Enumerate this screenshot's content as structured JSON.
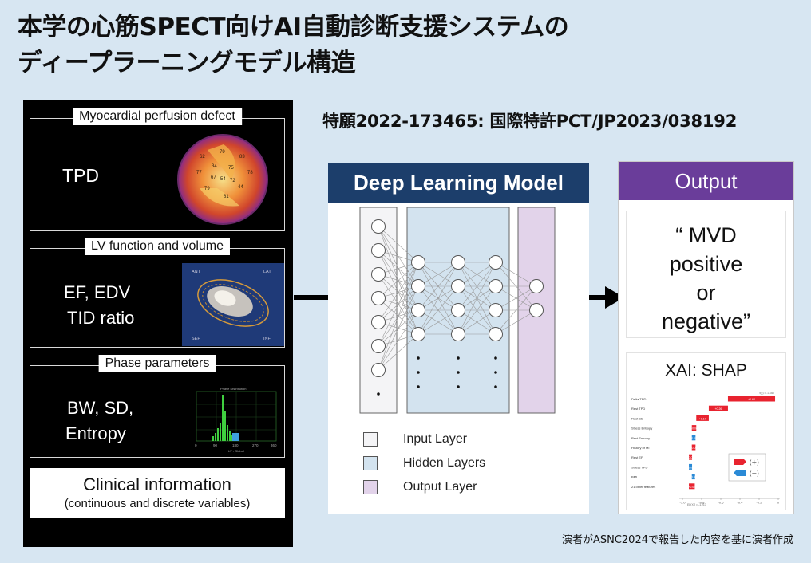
{
  "title_line1": "本学の心筋SPECT向けAI自動診断支援システムの",
  "title_line2": "ディープラーニングモデル構造",
  "patent": "特願2022-173465: 国際特許PCT/JP2023/038192",
  "inputs": {
    "perfusion": {
      "label": "Myocardial perfusion defect",
      "text": "TPD",
      "map_numbers": [
        "62",
        "79",
        "83",
        "78",
        "44",
        "81",
        "79",
        "77",
        "34",
        "75",
        "54",
        "67",
        "72"
      ]
    },
    "lv": {
      "label": "LV function and volume",
      "line1": "EF, EDV",
      "line2": "TID ratio",
      "img_labels": [
        "ANT",
        "LAT",
        "INF",
        "SEP"
      ]
    },
    "phase": {
      "label": "Phase parameters",
      "line1": "BW, SD,",
      "line2": "Entropy",
      "hist_labels": [
        "0",
        "90",
        "180",
        "270",
        "360"
      ],
      "hist_xlabel": "LV - Global",
      "hist_caption": "Phase Distribution"
    },
    "clinical": {
      "line1": "Clinical information",
      "line2": "(continuous  and discrete variables)"
    }
  },
  "model": {
    "title": "Deep Learning Model",
    "legend": [
      "Input Layer",
      "Hidden Layers",
      "Output Layer"
    ],
    "colors": {
      "header": "#1c3e6b",
      "input": "#f4f4f6",
      "hidden": "#d3e3ef",
      "output": "#e2d3ea",
      "node": "#ffffff",
      "edge": "#9a9a9a"
    }
  },
  "output": {
    "title": "Output",
    "line1": "“ MVD",
    "line2": "positive",
    "line3": "or",
    "line4": "negative”",
    "xai_title": "XAI: SHAP",
    "shap": {
      "features": [
        "Delta TPD",
        "Rest TPD",
        "Rest SD",
        "Stress Entropy",
        "Rest Entropy",
        "History of MI",
        "Rest EF",
        "Stress TPD",
        "BMI",
        "21 other features"
      ],
      "values": [
        "+0.64",
        "+0.26",
        "+0.17",
        "+0.06",
        "-0.05",
        "+0.05",
        "+0.04",
        "-0.04",
        "-0.04",
        "+0.08"
      ],
      "legend_pos": "(＋)",
      "legend_neg": "(－)",
      "ticks": [
        "-1.0",
        "-0.8",
        "-0.6",
        "-0.4",
        "-0.2",
        "0"
      ],
      "fx_label": "f(x) = -0.367",
      "efx_label": "E[f(X)] = -1.213",
      "colors": {
        "pos": "#e8232f",
        "neg": "#2a8ad6"
      }
    }
  },
  "footer": "演者がASNC2024で報告した内容を基に演者作成"
}
